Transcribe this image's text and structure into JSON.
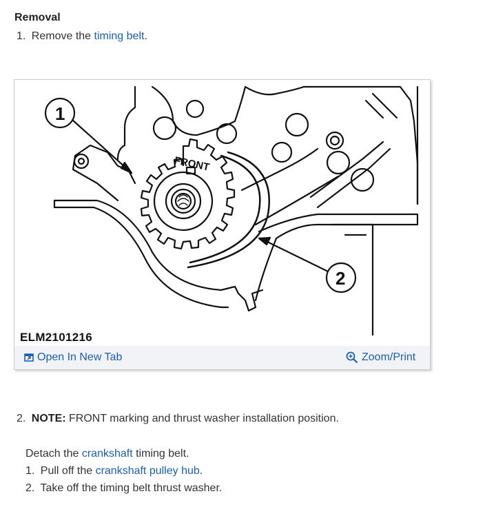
{
  "section": {
    "heading": "Removal"
  },
  "step1": {
    "number": "1.",
    "text_before": "Remove the",
    "link": "timing belt",
    "text_after": "."
  },
  "figure": {
    "caption": "ELM2101216",
    "label_front": "FRONT",
    "callout_1": "1",
    "callout_2": "2",
    "open_new_tab": "Open In New Tab",
    "zoom_print": "Zoom/Print"
  },
  "step2": {
    "number": "2.",
    "note_label": "NOTE:",
    "note_text": "FRONT marking and thrust washer installation position."
  },
  "detach": {
    "text_before": "Detach the",
    "link": "crankshaft",
    "text_after": "timing belt."
  },
  "substeps": [
    {
      "number": "1.",
      "text_before": "Pull off the",
      "link": "crankshaft pulley hub",
      "text_after": "."
    },
    {
      "number": "2.",
      "text_before": "Take off the timing belt thrust washer.",
      "link": "",
      "text_after": ""
    }
  ],
  "colors": {
    "link": "#1a5fb4",
    "bar_background": "#f1f3f6"
  }
}
